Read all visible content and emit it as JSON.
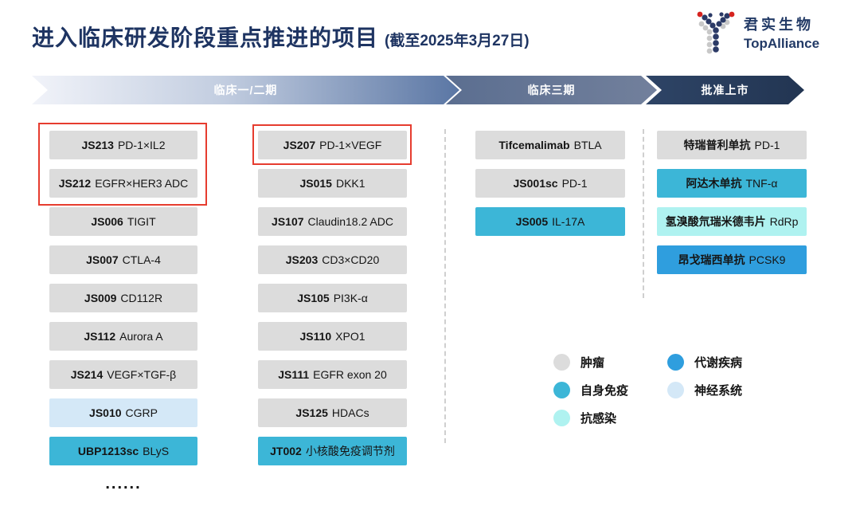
{
  "title": {
    "main": "进入临床研发阶段重点推进的项目",
    "date_note": "(截至2025年3月27日)"
  },
  "logo": {
    "cn": "君实生物",
    "en": "TopAlliance"
  },
  "stages": [
    {
      "label": "临床一/二期"
    },
    {
      "label": "临床三期"
    },
    {
      "label": "批准上市"
    }
  ],
  "colors": {
    "tumor": "#dcdcdc",
    "autoimmune": "#3cb6d7",
    "anti_infection": "#aff2f0",
    "metabolic": "#2f9ede",
    "nervous": "#d4e8f7",
    "highlight_border": "#e63c2f",
    "title_navy": "#1e3462",
    "stage1_gradient": [
      "#f1f3f9",
      "#5a76a4"
    ],
    "stage2_gradient": [
      "#5b6e90",
      "#72809c"
    ],
    "stage3_gradient": [
      "#2e4466",
      "#223552"
    ],
    "logo_red": "#d6231f"
  },
  "columns": [
    {
      "stage": "临床一/二期",
      "items": [
        {
          "code": "JS213",
          "target": "PD-1×IL2",
          "category": "tumor",
          "highlighted": true
        },
        {
          "code": "JS212",
          "target": "EGFR×HER3 ADC",
          "category": "tumor",
          "highlighted": true
        },
        {
          "code": "JS006",
          "target": "TIGIT",
          "category": "tumor",
          "highlighted": false
        },
        {
          "code": "JS007",
          "target": "CTLA-4",
          "category": "tumor",
          "highlighted": false
        },
        {
          "code": "JS009",
          "target": "CD112R",
          "category": "tumor",
          "highlighted": false
        },
        {
          "code": "JS112",
          "target": "Aurora A",
          "category": "tumor",
          "highlighted": false
        },
        {
          "code": "JS214",
          "target": "VEGF×TGF-β",
          "category": "tumor",
          "highlighted": false
        },
        {
          "code": "JS010",
          "target": "CGRP",
          "category": "nervous",
          "highlighted": false
        },
        {
          "code": "UBP1213sc",
          "target": "BLyS",
          "category": "autoimmune",
          "highlighted": false
        }
      ],
      "more": "......"
    },
    {
      "stage": "临床一/二期",
      "items": [
        {
          "code": "JS207",
          "target": "PD-1×VEGF",
          "category": "tumor",
          "highlighted": true
        },
        {
          "code": "JS015",
          "target": "DKK1",
          "category": "tumor",
          "highlighted": false
        },
        {
          "code": "JS107",
          "target": "Claudin18.2 ADC",
          "category": "tumor",
          "highlighted": false
        },
        {
          "code": "JS203",
          "target": "CD3×CD20",
          "category": "tumor",
          "highlighted": false
        },
        {
          "code": "JS105",
          "target": "PI3K-α",
          "category": "tumor",
          "highlighted": false
        },
        {
          "code": "JS110",
          "target": "XPO1",
          "category": "tumor",
          "highlighted": false
        },
        {
          "code": "JS111",
          "target": "EGFR exon 20",
          "category": "tumor",
          "highlighted": false
        },
        {
          "code": "JS125",
          "target": "HDACs",
          "category": "tumor",
          "highlighted": false
        },
        {
          "code": "JT002",
          "target": "小核酸免疫调节剂",
          "category": "autoimmune",
          "highlighted": false
        }
      ]
    },
    {
      "stage": "临床三期",
      "items": [
        {
          "code": "Tifcemalimab",
          "target": "BTLA",
          "category": "tumor",
          "highlighted": false
        },
        {
          "code": "JS001sc",
          "target": "PD-1",
          "category": "tumor",
          "highlighted": false
        },
        {
          "code": "JS005",
          "target": "IL-17A",
          "category": "autoimmune",
          "highlighted": false
        }
      ]
    },
    {
      "stage": "批准上市",
      "items": [
        {
          "code": "特瑞普利单抗",
          "target": "PD-1",
          "category": "tumor",
          "highlighted": false
        },
        {
          "code": "阿达木单抗",
          "target": "TNF-α",
          "category": "autoimmune",
          "highlighted": false
        },
        {
          "code": "氢溴酸氘瑞米德韦片",
          "target": "RdRp",
          "category": "anti_infection",
          "highlighted": false
        },
        {
          "code": "昂戈瑞西单抗",
          "target": "PCSK9",
          "category": "metabolic",
          "highlighted": false
        }
      ]
    }
  ],
  "legend": [
    {
      "label": "肿瘤",
      "category": "tumor"
    },
    {
      "label": "自身免疫",
      "category": "autoimmune"
    },
    {
      "label": "抗感染",
      "category": "anti_infection"
    },
    {
      "label": "代谢疾病",
      "category": "metabolic"
    },
    {
      "label": "神经系统",
      "category": "nervous"
    }
  ]
}
